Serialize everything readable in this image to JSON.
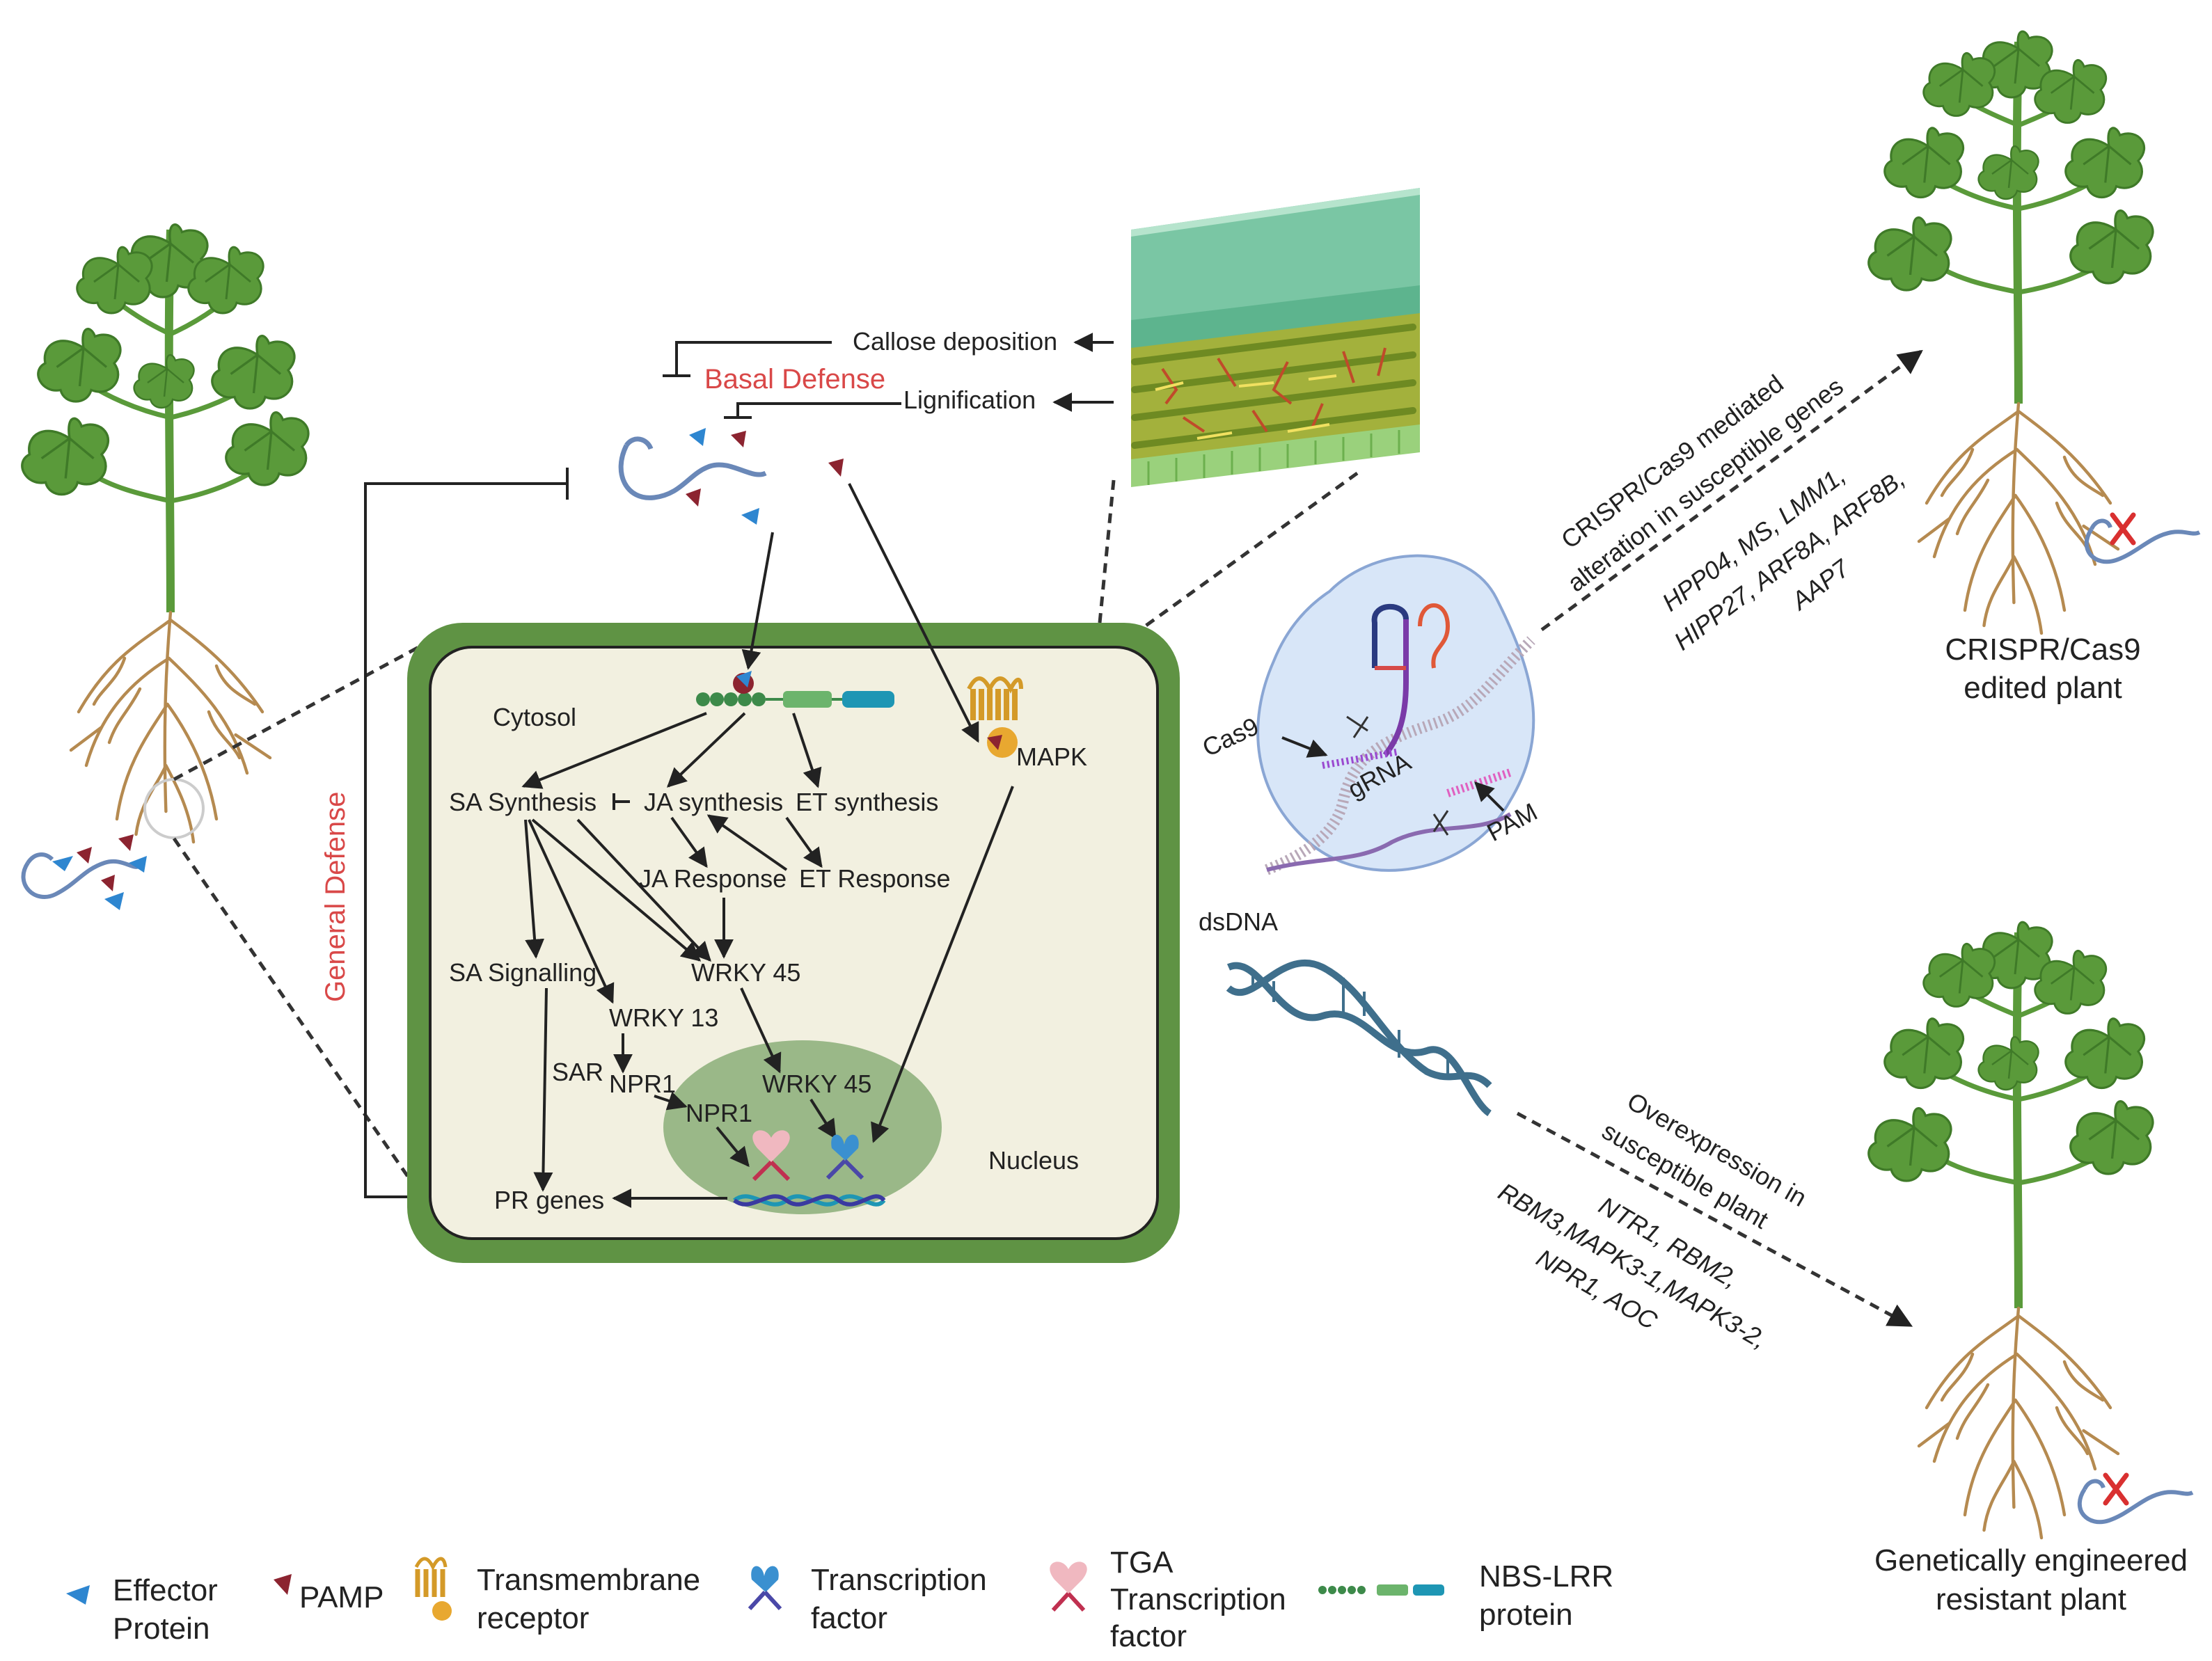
{
  "labels": {
    "callose": "Callose deposition",
    "basal": "Basal Defense",
    "lignification": "Lignification",
    "general": "General Defense",
    "cytosol": "Cytosol",
    "mapk": "MAPK",
    "sa_synthesis": "SA Synthesis",
    "ja_synthesis": "JA synthesis",
    "et_synthesis": "ET synthesis",
    "ja_response": "JA Response",
    "et_response": "ET Response",
    "sa_signalling": "SA Signalling",
    "wrky45_a": "WRKY 45",
    "wrky13": "WRKY 13",
    "sar": "SAR",
    "npr1_a": "NPR1",
    "npr1_b": "NPR1",
    "wrky45_b": "WRKY 45",
    "nucleus": "Nucleus",
    "pr_genes": "PR genes",
    "cas9": "Cas9",
    "grna": "gRNA",
    "pam": "PAM",
    "dsdna": "dsDNA",
    "crispr_line1": "CRISPR/Cas9 mediated",
    "crispr_line2": "alteration in susceptible genes",
    "genes_top_1": "HPP04, MS, LMM1,",
    "genes_top_2": "HIPP27, ARF8A, ARF8B,",
    "genes_top_3": "AAP7",
    "crispr_plant_1": "CRISPR/Cas9",
    "crispr_plant_2": "edited  plant",
    "over_1": "Overexpression in",
    "over_2": "susceptible plant",
    "genes_bot_1": "NTR1, RBM2,",
    "genes_bot_2": "RBM3,MAPK3-1,MAPK3-2,",
    "genes_bot_3": "NPR1, AOC",
    "ge_plant_1": "Genetically engineered",
    "ge_plant_2": "resistant plant"
  },
  "legend": {
    "effector_1": "Effector",
    "effector_2": "Protein",
    "pamp": "PAMP",
    "tm_1": "Transmembrane",
    "tm_2": "receptor",
    "tf_1": "Transcription",
    "tf_2": "factor",
    "tga_1": "TGA",
    "tga_2": "Transcription",
    "tga_3": "factor",
    "nbs_1": "NBS-LRR",
    "nbs_2": "protein"
  },
  "colors": {
    "cell_wall": "#5f9344",
    "cytosol": "#f2f0e0",
    "nucleus": "#9ab888",
    "accent_red": "#d94848",
    "pamp": "#8c2430",
    "effector": "#2e86d0",
    "dna": "#3f6f8c",
    "plant_leaf": "#5a9a3a",
    "root": "#b58a50"
  },
  "icons": [
    "effector-protein-icon",
    "pamp-icon",
    "transmembrane-receptor-icon",
    "transcription-factor-icon",
    "tga-transcription-factor-icon",
    "nbs-lrr-protein-icon",
    "pathogen-icon",
    "dna-helix-icon",
    "plant-icon",
    "cell-wall-icon",
    "cross-mark-icon"
  ]
}
